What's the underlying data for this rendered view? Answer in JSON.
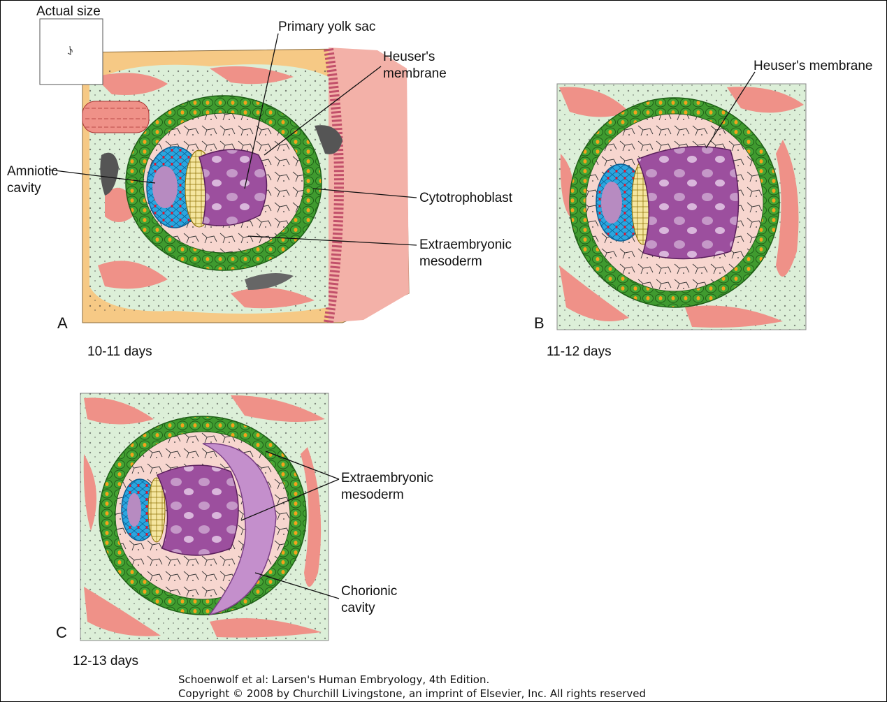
{
  "labels": {
    "actual_size": "Actual size",
    "primary_yolk_sac": "Primary yolk sac",
    "heusers_membrane_a": "Heuser's\nmembrane",
    "heusers_membrane_b": "Heuser's membrane",
    "amniotic_cavity": "Amniotic\ncavity",
    "cytotrophoblast": "Cytotrophoblast",
    "extraembryonic_mesoderm_a": "Extraembryonic\nmesoderm",
    "extraembryonic_mesoderm_c": "Extraembryonic\nmesoderm",
    "chorionic_cavity": "Chorionic\ncavity"
  },
  "panels": {
    "a": {
      "letter": "A",
      "days": "10-11 days"
    },
    "b": {
      "letter": "B",
      "days": "11-12 days"
    },
    "c": {
      "letter": "C",
      "days": "12-13 days"
    }
  },
  "credit": {
    "line1": "Schoenwolf et al: Larsen's Human Embryology, 4th Edition.",
    "line2": "Copyright © 2008 by Churchill Livingstone, an imprint of Elsevier, Inc. All rights reserved"
  },
  "colors": {
    "endometrium": "#f6c985",
    "stroma": "#dcefd8",
    "blood": "#ef9188",
    "trophoblast": "#3f9a2f",
    "mesoderm": "#f7d6cf",
    "yolk_sac": "#9c4f9e",
    "amnion": "#2aa6df",
    "chorionic": "#c48fcc"
  }
}
